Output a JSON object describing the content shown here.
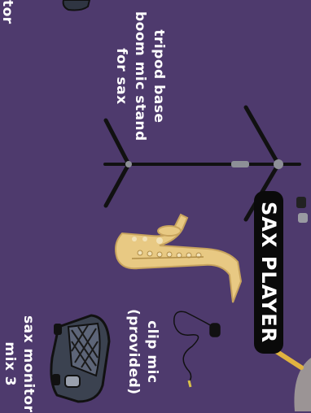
{
  "title_badge": "SAX PLAYER",
  "labels": {
    "stand_line1": "tripod base",
    "stand_line2": "boom mic stand",
    "stand_line3": "for sax",
    "mic_line1": "clip mic",
    "mic_line2": "(provided)",
    "monitor_line1": "sax monitor",
    "monitor_line2": "mix 3",
    "prev_monitor_fragment": "tor"
  },
  "colors": {
    "background": "#4e3a6d",
    "badge": "#0a0a0a",
    "saxophone": "#e8c983",
    "stand": "#111111",
    "monitor": "#3b4250"
  },
  "icons": [
    "mic-stand-icon",
    "saxophone-icon",
    "clip-mic-icon",
    "monitor-speaker-icon",
    "drum-cymbal-icon"
  ]
}
